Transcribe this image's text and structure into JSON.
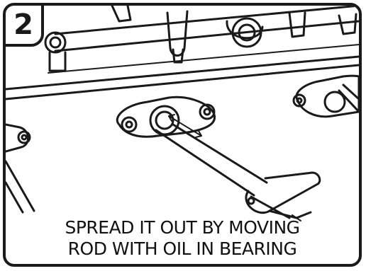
{
  "step": {
    "number": "2"
  },
  "caption": {
    "line1": "SPREAD IT OUT BY MOVING",
    "line2": "ROD WITH OIL IN BEARING"
  },
  "colors": {
    "ink": "#1a1a1a",
    "paper": "#ffffff"
  }
}
